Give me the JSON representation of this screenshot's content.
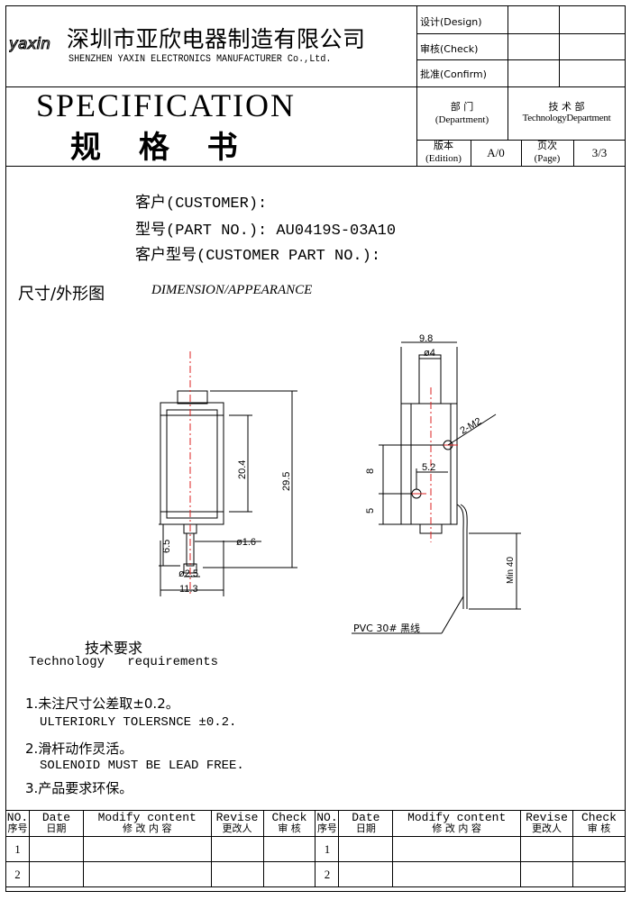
{
  "header": {
    "logo": "yaxin",
    "company_cn": "深圳市亚欣电器制造有限公司",
    "company_en": "SHENZHEN YAXIN ELECTRONICS MANUFACTURER Co.,Ltd.",
    "approval": [
      {
        "label": "设计(Design)"
      },
      {
        "label": "审核(Check)"
      },
      {
        "label": "批准(Confirm)"
      }
    ],
    "title_en": "SPECIFICATION",
    "title_cn": "规 格 书",
    "department_label_cn": "部 门",
    "department_label_en": "(Department)",
    "department_value_cn": "技 术 部",
    "department_value_en": "TechnologyDepartment",
    "edition_label_cn": "版本",
    "edition_label_en": "(Edition)",
    "edition_value": "A/0",
    "page_label_cn": "页次",
    "page_label_en": "(Page)",
    "page_value": "3/3"
  },
  "info": {
    "customer": "客户(CUSTOMER):",
    "part_no": "型号(PART NO.): AU0419S-03A10",
    "customer_part_no": "客户型号(CUSTOMER PART NO.):"
  },
  "section": {
    "title_cn": "尺寸/外形图",
    "title_en": "DIMENSION/APPEARANCE"
  },
  "drawing": {
    "front": {
      "dim_20_4": "20.4",
      "dim_29_5": "29.5",
      "dim_6_5": "6.5",
      "dim_d1_6": "ø1.6",
      "dim_d2_5": "ø2.5",
      "dim_11_3": "11.3"
    },
    "side": {
      "dim_9_8": "9.8",
      "dim_d4": "ø4",
      "dim_2_m2": "2-M2",
      "dim_5_2": "5.2",
      "dim_8": "8",
      "dim_5": "5",
      "dim_min40": "Min 40",
      "wire_label": "PVC 30# 黑线"
    }
  },
  "requirements": {
    "title_cn": "技术要求",
    "title_en": "Technology   requirements",
    "item1_cn": "1.未注尺寸公差取±0.2。",
    "item1_en": "ULTERIORLY TOLERSNCE ±0.2.",
    "item2_cn": "2.滑杆动作灵活。",
    "item2_en": "SOLENOID MUST BE LEAD FREE.",
    "item3_cn": "3.产品要求环保。"
  },
  "revision_table": {
    "headers": [
      {
        "en": "NO.",
        "cn": "序号"
      },
      {
        "en": "Date",
        "cn": "日期"
      },
      {
        "en": "Modify content",
        "cn": "修 改 内 容"
      },
      {
        "en": "Revise",
        "cn": "更改人"
      },
      {
        "en": "Check",
        "cn": "审 核"
      },
      {
        "en": "NO.",
        "cn": "序号"
      },
      {
        "en": "Date",
        "cn": "日期"
      },
      {
        "en": "Modify content",
        "cn": "修 改 内 容"
      },
      {
        "en": "Revise",
        "cn": "更改人"
      },
      {
        "en": "Check",
        "cn": "审 核"
      }
    ],
    "rows": [
      {
        "no_left": "1",
        "no_right": "1"
      },
      {
        "no_left": "2",
        "no_right": "2"
      }
    ]
  }
}
